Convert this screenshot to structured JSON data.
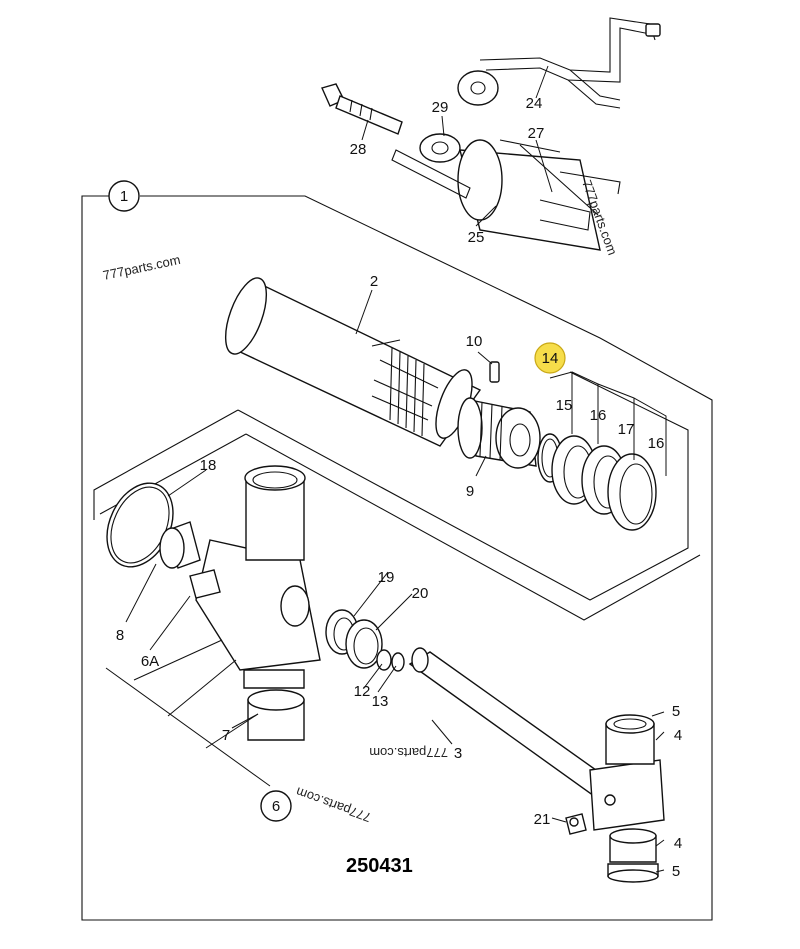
{
  "drawing_number": "250431",
  "watermarks": [
    "777parts.com",
    "777parts.com",
    "777parts.com",
    "777parts.com"
  ],
  "highlight_color": "#f6dd4a",
  "callouts": {
    "c1": "1",
    "c2": "2",
    "c3": "3",
    "c4a": "4",
    "c4b": "4",
    "c5a": "5",
    "c5b": "5",
    "c6": "6",
    "c6a": "6A",
    "c7": "7",
    "c8": "8",
    "c9": "9",
    "c10": "10",
    "c12": "12",
    "c13": "13",
    "c14": "14",
    "c15": "15",
    "c16a": "16",
    "c16b": "16",
    "c17": "17",
    "c18": "18",
    "c19": "19",
    "c20": "20",
    "c21": "21",
    "c24": "24",
    "c25": "25",
    "c27": "27",
    "c28": "28",
    "c29": "29"
  }
}
